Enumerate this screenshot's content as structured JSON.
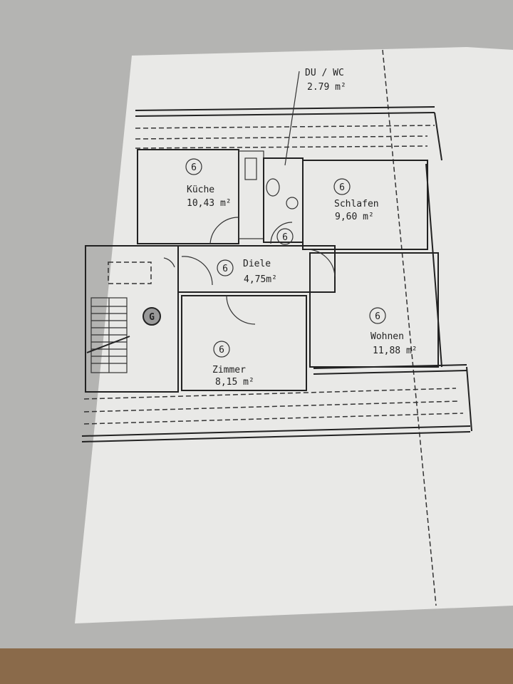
{
  "rooms": {
    "du_wc": {
      "name": "DU / WC",
      "area": "2.79 m²"
    },
    "kueche": {
      "name": "Küche",
      "area": "10,43 m²",
      "marker": "6"
    },
    "schlafen": {
      "name": "Schlafen",
      "area": "9,60 m²",
      "marker": "6"
    },
    "diele": {
      "name": "Diele",
      "area": "4,75m²",
      "marker": "6"
    },
    "zimmer": {
      "name": "Zimmer",
      "area": "8,15 m²",
      "marker": "6"
    },
    "wohnen": {
      "name": "Wohnen",
      "area": "11,88 m²",
      "marker": "6"
    },
    "bath_marker": "6",
    "stair_marker": "G"
  }
}
